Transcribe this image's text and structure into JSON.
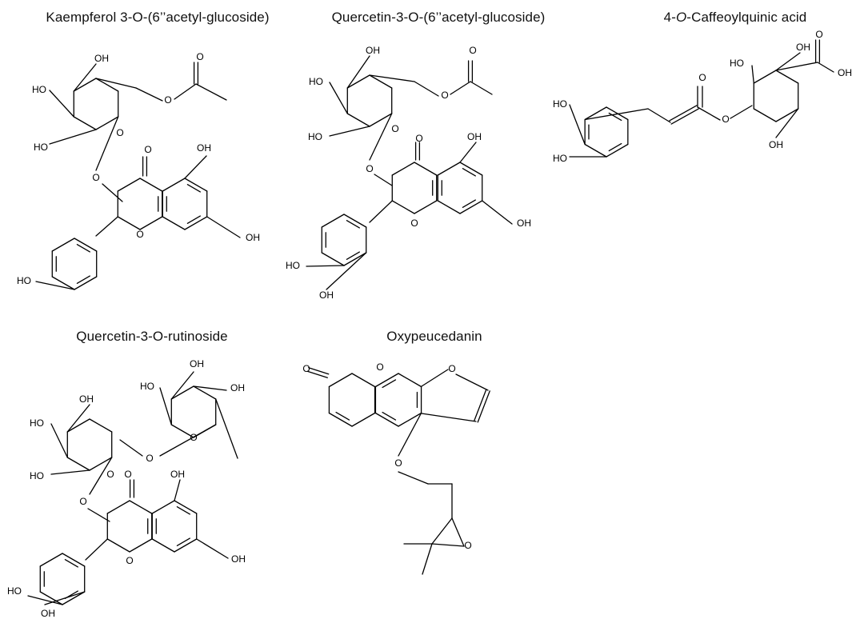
{
  "compounds": [
    {
      "id": "c1",
      "name": "Kaempferol 3-O-(6’’acetyl-glucoside)"
    },
    {
      "id": "c2",
      "name": "Quercetin-3-O-(6’’acetyl-glucoside)"
    },
    {
      "id": "c3",
      "name_prefix": "4-",
      "name_italic": "O",
      "name_suffix": "-Caffeoylquinic acid"
    },
    {
      "id": "c4",
      "name": "Quercetin-3-O-rutinoside"
    },
    {
      "id": "c5",
      "name": "Oxypeucedanin"
    }
  ],
  "atom_labels": {
    "oh": "OH",
    "ho": "HO",
    "o": "O"
  }
}
